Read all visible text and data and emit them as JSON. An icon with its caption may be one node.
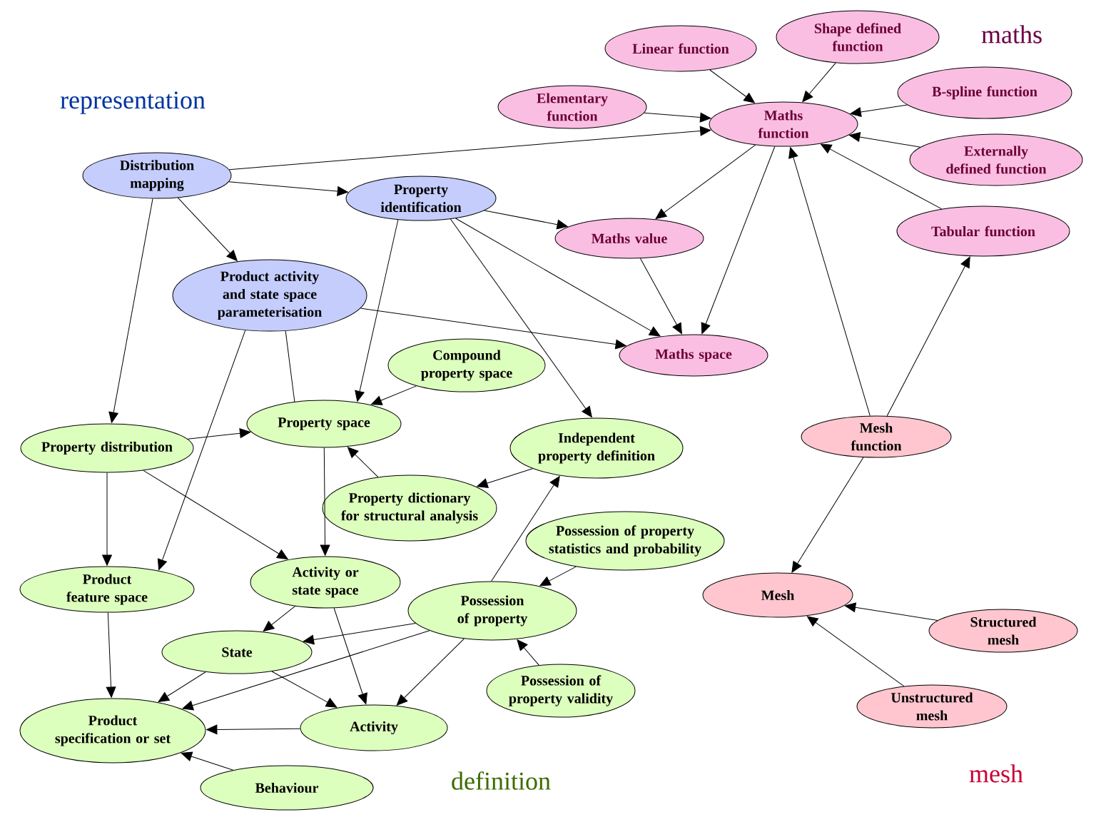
{
  "diagram": {
    "nodes": [
      {
        "text": [
          "Shape defined function"
        ]
      },
      {
        "text": [
          "Linear function"
        ]
      },
      {
        "text": [
          "B-spline function"
        ]
      },
      {
        "text": [
          "Elementary function"
        ]
      },
      {
        "text": [
          "Maths function"
        ]
      },
      {
        "text": [
          "Externally defined function"
        ]
      },
      {
        "text": [
          "Distribution mapping"
        ]
      },
      {
        "text": [
          "Property identification"
        ]
      },
      {
        "text": [
          "Tabular function"
        ]
      },
      {
        "text": [
          "Maths value"
        ]
      },
      {
        "text": [
          "Product activity and state space parameterisation"
        ]
      },
      {
        "text": [
          "Maths space"
        ]
      },
      {
        "text": [
          "Compound property space"
        ]
      },
      {
        "text": [
          "Property space"
        ]
      },
      {
        "text": [
          "Mesh function"
        ]
      },
      {
        "text": [
          "Property distribution"
        ]
      },
      {
        "text": [
          "Independent property definition"
        ]
      },
      {
        "text": [
          "Property dictionary for structural analysis"
        ]
      },
      {
        "text": [
          "Possession of property statistics and probability"
        ]
      },
      {
        "text": [
          "Activity or state space"
        ]
      },
      {
        "text": [
          "Product feature space"
        ]
      },
      {
        "text": [
          "Mesh"
        ]
      },
      {
        "text": [
          "Possession of property"
        ]
      },
      {
        "text": [
          "Structured mesh"
        ]
      },
      {
        "text": [
          "State"
        ]
      },
      {
        "text": [
          "Possession of property validity"
        ]
      },
      {
        "text": [
          "Unstructured mesh"
        ]
      },
      {
        "text": [
          "Activity"
        ]
      },
      {
        "text": [
          "Product specification or set"
        ]
      },
      {
        "text": [
          "Behaviour"
        ]
      }
    ],
    "edges": [
      {
        "from": 6,
        "to": 4,
        "arrow": "to"
      },
      {
        "from": 6,
        "to": 7,
        "arrow": "to"
      },
      {
        "from": 6,
        "to": 10,
        "arrow": "to"
      },
      {
        "from": 6,
        "to": 15,
        "arrow": "to"
      },
      {
        "from": 1,
        "to": 4,
        "arrow": "to"
      },
      {
        "from": 0,
        "to": 4,
        "arrow": "to"
      },
      {
        "from": 3,
        "to": 4,
        "arrow": "to"
      },
      {
        "from": 2,
        "to": 4,
        "arrow": "to"
      },
      {
        "from": 5,
        "to": 4,
        "arrow": "to"
      },
      {
        "from": 8,
        "to": 4,
        "arrow": "to"
      },
      {
        "from": 4,
        "to": 9,
        "arrow": "to"
      },
      {
        "from": 4,
        "to": 11,
        "arrow": "to"
      },
      {
        "from": 7,
        "to": 9,
        "arrow": "to"
      },
      {
        "from": 7,
        "to": 11,
        "arrow": "to"
      },
      {
        "from": 7,
        "to": 13,
        "arrow": "to"
      },
      {
        "from": 7,
        "to": 16,
        "arrow": "to"
      },
      {
        "from": 9,
        "to": 11,
        "arrow": "to"
      },
      {
        "from": 10,
        "to": 11,
        "arrow": "to"
      },
      {
        "from": 10,
        "to": 13,
        "arrow": "none"
      },
      {
        "from": 10,
        "to": 20,
        "arrow": "to"
      },
      {
        "from": 12,
        "to": 13,
        "arrow": "to"
      },
      {
        "from": 15,
        "to": 13,
        "arrow": "to"
      },
      {
        "from": 15,
        "to": 20,
        "arrow": "to"
      },
      {
        "from": 15,
        "to": 19,
        "arrow": "to"
      },
      {
        "from": 13,
        "to": 19,
        "arrow": "to"
      },
      {
        "from": 17,
        "to": 13,
        "arrow": "to"
      },
      {
        "from": 16,
        "to": 17,
        "arrow": "to"
      },
      {
        "from": 22,
        "to": 16,
        "arrow": "to"
      },
      {
        "from": 18,
        "to": 22,
        "arrow": "to"
      },
      {
        "from": 25,
        "to": 22,
        "arrow": "to"
      },
      {
        "from": 22,
        "to": 24,
        "arrow": "to"
      },
      {
        "from": 22,
        "to": 28,
        "arrow": "to"
      },
      {
        "from": 22,
        "to": 27,
        "arrow": "to"
      },
      {
        "from": 19,
        "to": 24,
        "arrow": "to"
      },
      {
        "from": 19,
        "to": 27,
        "arrow": "to"
      },
      {
        "from": 24,
        "to": 28,
        "arrow": "to"
      },
      {
        "from": 24,
        "to": 27,
        "arrow": "to"
      },
      {
        "from": 27,
        "to": 28,
        "arrow": "to"
      },
      {
        "from": 29,
        "to": 28,
        "arrow": "to"
      },
      {
        "from": 20,
        "to": 28,
        "arrow": "to"
      },
      {
        "from": 14,
        "to": 4,
        "arrow": "to"
      },
      {
        "from": 14,
        "to": 8,
        "arrow": "to"
      },
      {
        "from": 14,
        "to": 21,
        "arrow": "to"
      },
      {
        "from": 23,
        "to": 21,
        "arrow": "to"
      },
      {
        "from": 26,
        "to": 21,
        "arrow": "to"
      }
    ],
    "labels": [
      "maths",
      "representation",
      "definition",
      "mesh"
    ]
  }
}
